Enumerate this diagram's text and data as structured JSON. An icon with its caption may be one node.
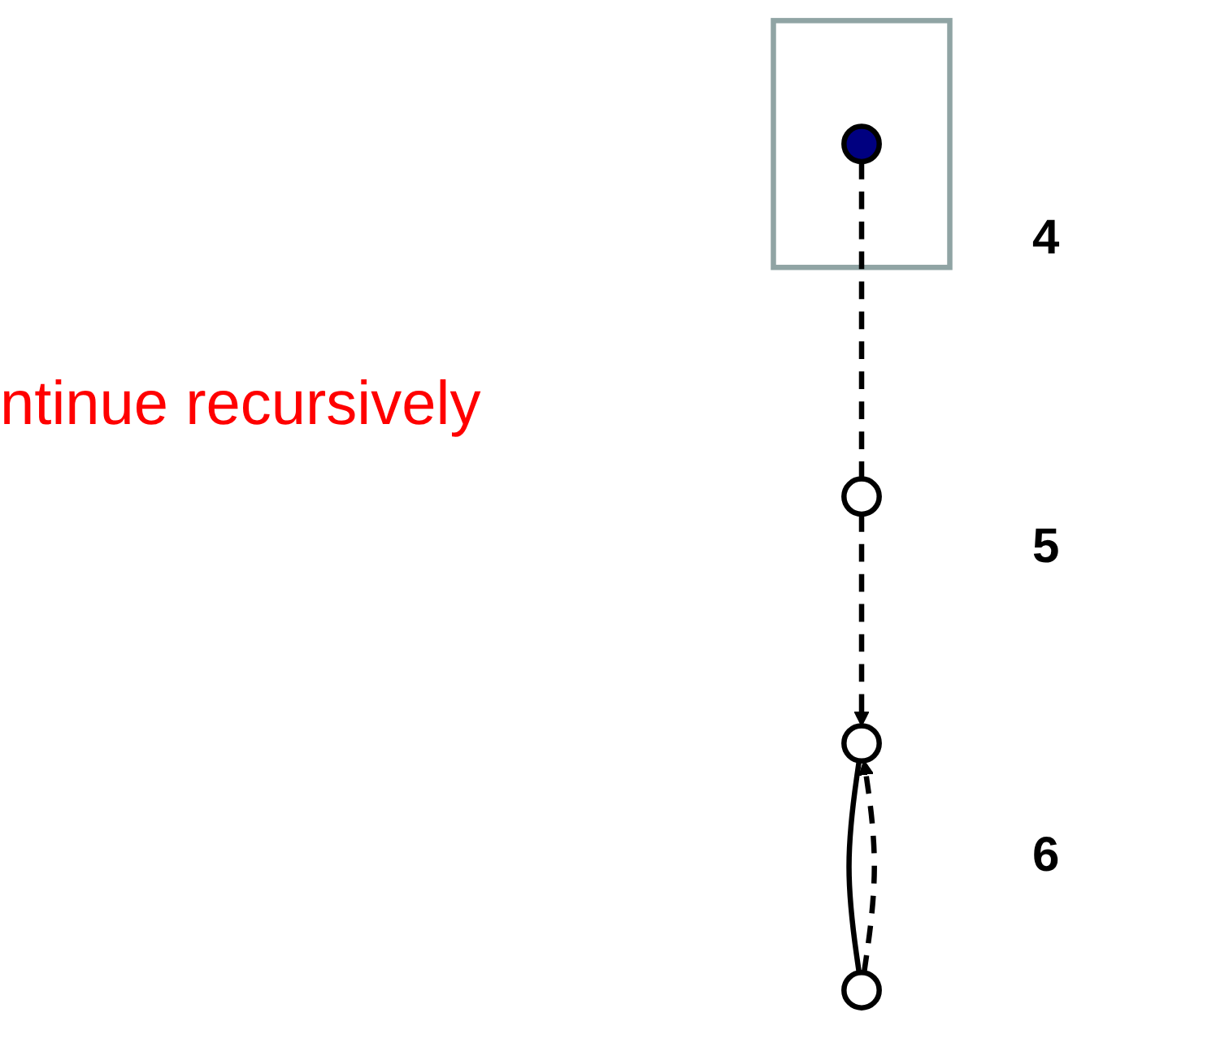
{
  "diagram": {
    "nodes": [
      {
        "text": [],
        "shape": "box"
      },
      {
        "text": [],
        "shape": "circle",
        "in": 0
      },
      {
        "text": [],
        "shape": "circle"
      },
      {
        "text": [],
        "shape": "circle"
      },
      {
        "text": [],
        "shape": "circle"
      }
    ],
    "edges": [
      {
        "from": 1,
        "to": 2,
        "arrow": "none",
        "style": "dashed"
      },
      {
        "from": 2,
        "to": 3,
        "arrow": "to",
        "style": "dashed"
      },
      {
        "from": 4,
        "to": 3,
        "arrow": "to",
        "style": "dashed"
      },
      {
        "from": 3,
        "to": 4,
        "arrow": "none"
      }
    ],
    "labels": [
      "ntinue recursively",
      "4",
      "5",
      "6"
    ]
  }
}
